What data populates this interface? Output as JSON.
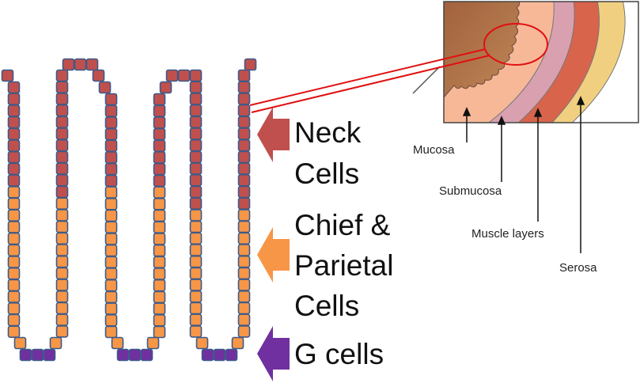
{
  "colors": {
    "neck": "#c0504d",
    "chief_parietal": "#f79646",
    "g_cells": "#7030a0",
    "cell_outline": "#3c5a8a",
    "callout": "#e01010"
  },
  "labels": {
    "neck": [
      "Neck",
      "Cells"
    ],
    "chief_parietal": [
      "Chief &",
      "Parietal",
      "Cells"
    ],
    "g_cells": "G cells"
  },
  "inset": {
    "layers": [
      "Mucosa",
      "Submucosa",
      "Muscle layers",
      "Serosa"
    ]
  }
}
